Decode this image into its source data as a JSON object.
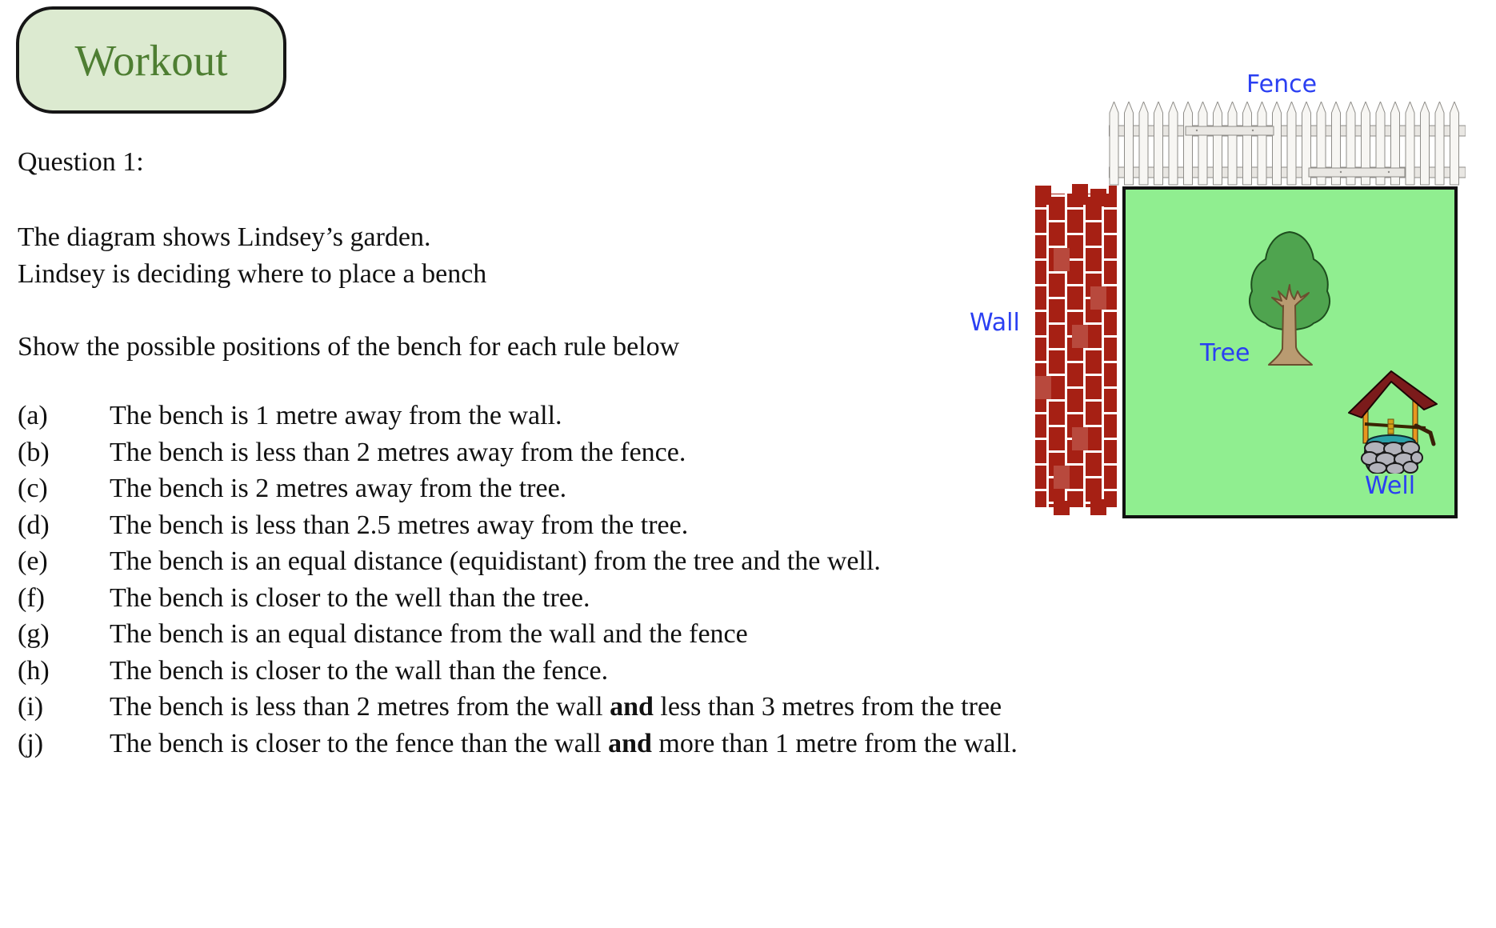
{
  "badge": {
    "label": "Workout"
  },
  "question": {
    "title": "Question 1:",
    "intro_lines": [
      "The diagram shows Lindsey’s garden.",
      "Lindsey is deciding where to place a bench"
    ],
    "instruction": "Show the possible positions of the bench for each rule below",
    "items": [
      {
        "label": "(a)",
        "text": "The bench is 1 metre away from the wall.",
        "bold": "",
        "text_after": ""
      },
      {
        "label": "(b)",
        "text": "The bench is less than 2 metres away from the fence.",
        "bold": "",
        "text_after": ""
      },
      {
        "label": "(c)",
        "text": "The bench is 2 metres away from the tree.",
        "bold": "",
        "text_after": ""
      },
      {
        "label": "(d)",
        "text": "The bench is less than 2.5 metres away from the tree.",
        "bold": "",
        "text_after": ""
      },
      {
        "label": "(e)",
        "text": "The bench is an equal distance (equidistant) from the tree and the well.",
        "bold": "",
        "text_after": ""
      },
      {
        "label": "(f)",
        "text": "The bench is closer to the well than the tree.",
        "bold": "",
        "text_after": ""
      },
      {
        "label": "(g)",
        "text": "The bench is an equal distance from the wall and the fence",
        "bold": "",
        "text_after": ""
      },
      {
        "label": "(h)",
        "text": "The bench is closer to the wall than the fence.",
        "bold": "",
        "text_after": ""
      },
      {
        "label": "(i)",
        "text": "The bench is less than 2 metres from the wall ",
        "bold": "and",
        "text_after": " less than 3 metres from the tree"
      },
      {
        "label": "(j)",
        "text": "The bench is closer to the fence than the wall ",
        "bold": "and",
        "text_after": " more than 1 metre from the wall."
      }
    ]
  },
  "diagram": {
    "labels": {
      "fence": "Fence",
      "wall": "Wall",
      "tree": "Tree",
      "well": "Well"
    },
    "colors": {
      "label_blue": "#2a3ff2",
      "garden_green": "#90ee90",
      "brick_red": "#a62014",
      "brick_red_light": "#b8493d",
      "fence_white": "#f7f6f3",
      "tree_green": "#4fa44f",
      "trunk_tan": "#b99b71",
      "well_roof_maroon": "#7b1b1b",
      "well_post_orange": "#e8971f",
      "well_water_teal": "#2aa0a8",
      "stone_grey": "#b3b3bb",
      "badge_bg": "#dcead0",
      "badge_text": "#4e7e32"
    }
  }
}
